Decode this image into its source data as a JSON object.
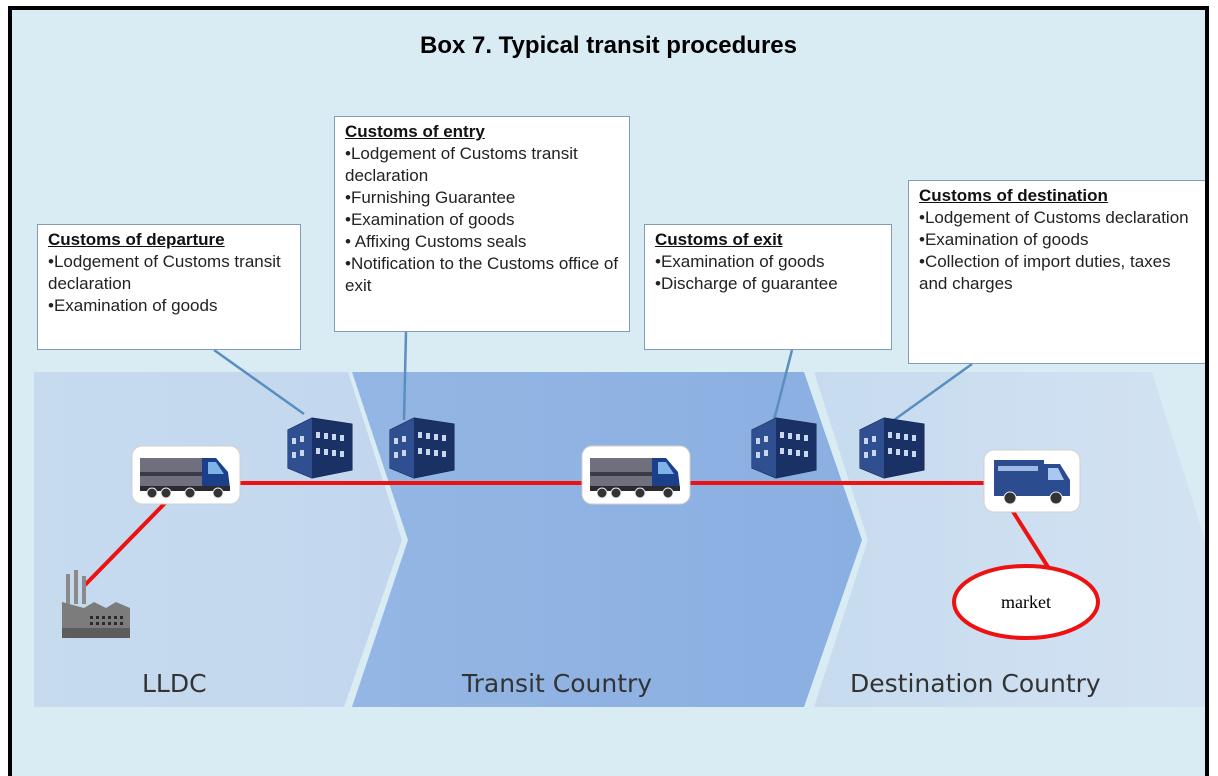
{
  "title": "Box 7. Typical transit procedures",
  "boxes": {
    "departure": {
      "heading": "Customs of departure",
      "items": [
        "Lodgement of Customs transit declaration",
        "Examination of goods"
      ]
    },
    "entry": {
      "heading": "Customs of entry",
      "items": [
        "Lodgement of Customs transit declaration",
        "Furnishing Guarantee",
        "Examination of goods",
        " Affixing Customs seals",
        "Notification to the Customs office of exit"
      ]
    },
    "exit": {
      "heading": "Customs of exit",
      "items": [
        "Examination of goods",
        "Discharge of guarantee"
      ]
    },
    "destination": {
      "heading": "Customs of destination",
      "items": [
        "Lodgement of Customs declaration",
        "Examination of goods",
        "Collection of import duties, taxes and charges"
      ]
    }
  },
  "regions": {
    "lldc": "LLDC",
    "transit": "Transit Country",
    "destination": "Destination Country"
  },
  "market": "market",
  "colors": {
    "background": "#d9ecf3",
    "lldc_band": "#c5d9ef",
    "transit_band": "#8fb3e3",
    "destination_band": "#c5d9ef",
    "route_line": "#ee1111",
    "connector_line": "#5b8ec0",
    "box_border": "#7f9db9"
  },
  "icons": [
    "factory-icon",
    "truck-icon",
    "customs-building-icon",
    "delivery-van-icon"
  ]
}
